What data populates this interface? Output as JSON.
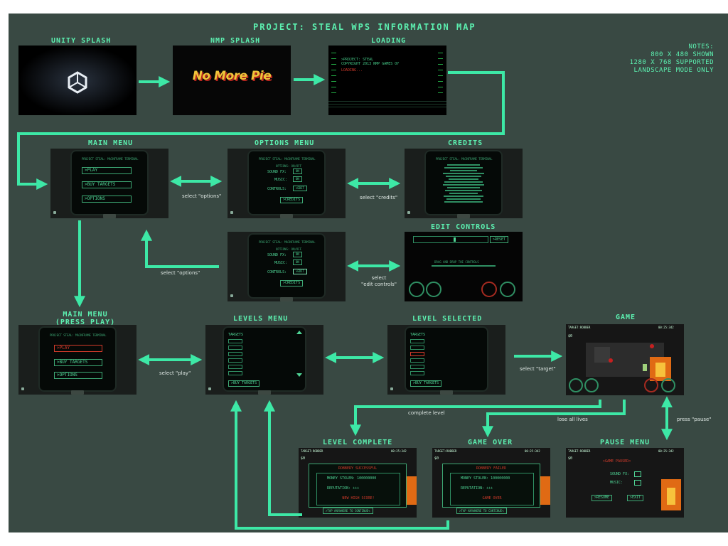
{
  "title": "PROJECT: STEAL WPS INFORMATION  MAP",
  "notes": [
    "NOTES:",
    "800 X 480 SHOWN",
    "1280 X 768 SUPPORTED",
    "LANDSCAPE MODE ONLY"
  ],
  "colors": {
    "board": "#394943",
    "accent": "#5cf0b0",
    "arrow": "#3de8a6",
    "crt_green": "#45c887",
    "alert_red": "#d23a2a"
  },
  "screens": {
    "unity_splash": "UNITY SPLASH",
    "nmp_splash": "NMP SPLASH",
    "loading": "LOADING",
    "main_menu": "MAIN MENU",
    "options_menu": "OPTIONS MENU",
    "credits": "CREDITS",
    "edit_controls": "EDIT CONTROLS",
    "main_menu_press_play": [
      "MAIN MENU",
      "(PRESS PLAY)"
    ],
    "levels_menu": "LEVELS MENU",
    "level_selected": "LEVEL SELECTED",
    "game": "GAME",
    "level_complete": "LEVEL COMPLETE",
    "game_over": "GAME OVER",
    "pause_menu": "PAUSE MENU"
  },
  "transitions": {
    "select_options_1": "select \"options\"",
    "select_credits": "select \"credits\"",
    "select_options_2": "select \"options\"",
    "select_edit_controls": [
      "select",
      "\"edit controls\""
    ],
    "select_play": "select \"play\"",
    "select_target": "select \"target\"",
    "complete_level": "complete level",
    "lose_all_lives": "lose all lives",
    "press_pause": "press \"pause\""
  },
  "splash": {
    "nmp_logo": "No More Pie",
    "loading_lines": [
      ">PROJECT: STEAL",
      "COPYRIGHT 2013 NMP GAMES OY"
    ],
    "loading_status": "LOADING..."
  },
  "crt": {
    "header": "PROJECT STEAL: MAINFRAME TERMINAL",
    "main_menu_items": [
      ">PLAY",
      ">BUY TARGETS",
      ">OPTIONS"
    ],
    "options_header": "OPTIONS: ON/OFF",
    "options_rows": [
      "SOUND FX:",
      "MUSIC:",
      "CONTROLS:"
    ],
    "options_values": [
      "ON",
      "ON",
      ">EDIT"
    ],
    "options_credits": ">CREDITS",
    "exit_tag": "EXIT",
    "edit_reset": ">RESET",
    "edit_drag_hint": "DRAG AND DROP THE CONTROLS",
    "levels_header": "TARGETS",
    "buy_targets": ">BUY TARGETS"
  },
  "hud": {
    "target": "TARGET:ROBBER",
    "timer": "00:25:342",
    "money": "$0"
  },
  "results": {
    "level_complete_banner": "ROBBERY SUCCESSFUL",
    "game_over_banner": "ROBBERY FAILED",
    "money_stolen": "MONEY STOLEN: 100000000",
    "reputation": "REPUTATION: +++",
    "new_high_score": "NEW HIGH SCORE!",
    "game_over_text": "GAME OVER",
    "tap_continue": ">TAP ANYWHERE TO CONTINUE<",
    "game_paused": ">GAME PAUSED<",
    "pause_sound": "SOUND FX:",
    "pause_music": "MUSIC:",
    "resume": ">RESUME",
    "exit": ">EXIT"
  }
}
